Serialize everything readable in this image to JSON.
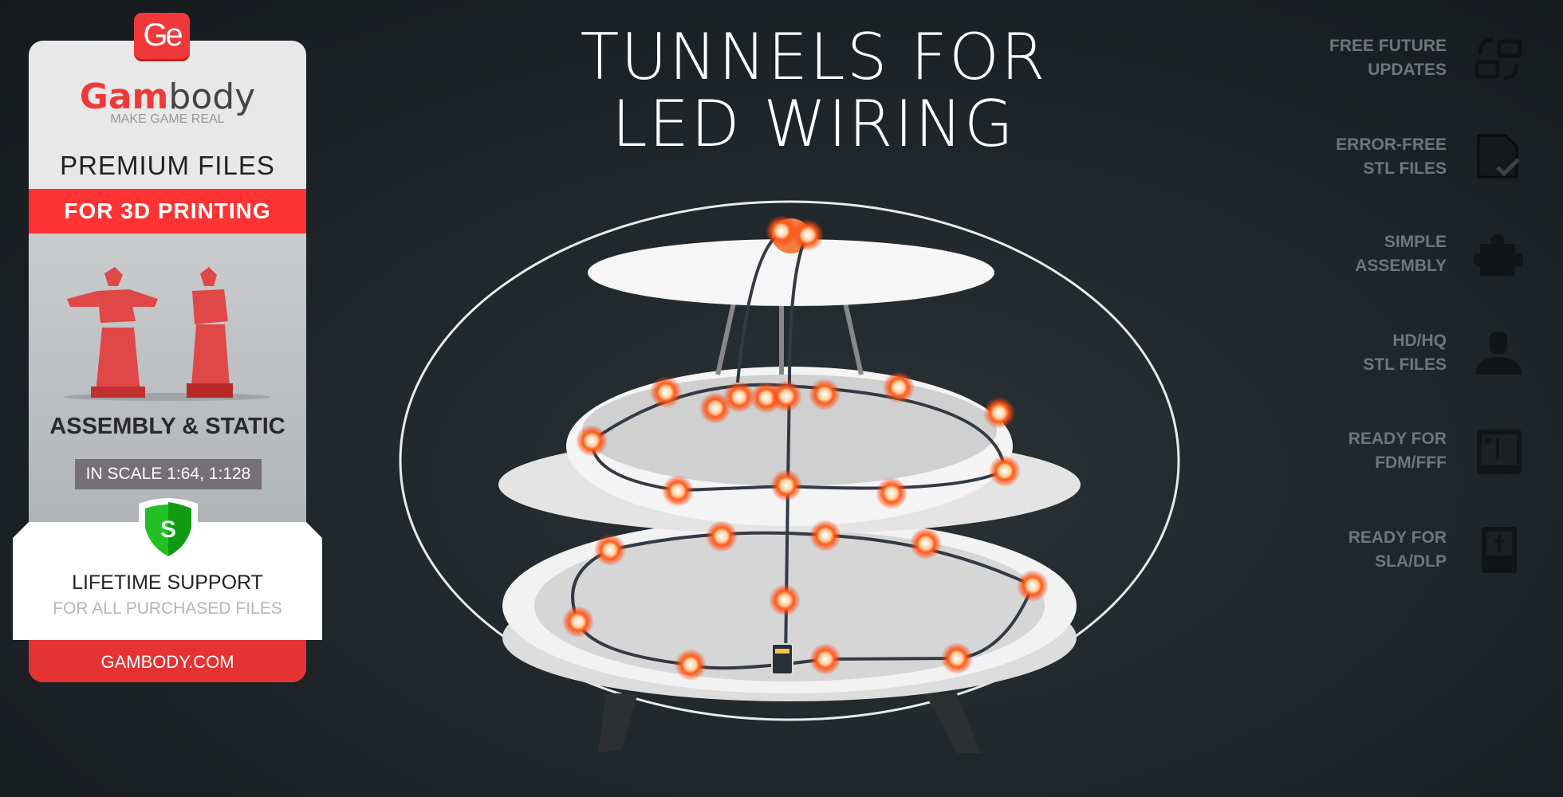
{
  "promo": {
    "badge": "Ge",
    "logo_red": "Gam",
    "logo_dark": "body",
    "tagline": "MAKE GAME REAL",
    "premium": "PREMIUM FILES",
    "band": "FOR 3D PRINTING",
    "assembly": "ASSEMBLY & STATIC",
    "scale": "IN SCALE 1:64, 1:128",
    "shield_letter": "S",
    "support_title": "LIFETIME SUPPORT",
    "support_sub": "FOR ALL PURCHASED FILES",
    "site": "GAMBODY.COM"
  },
  "title": {
    "line1": "TUNNELS FOR",
    "line2": "LED WIRING"
  },
  "features": [
    {
      "label": "FREE FUTURE\nUPDATES",
      "icon": "update-icon"
    },
    {
      "label": "ERROR-FREE\nSTL FILES",
      "icon": "file-check-icon"
    },
    {
      "label": "SIMPLE\nASSEMBLY",
      "icon": "puzzle-icon"
    },
    {
      "label": "HD/HQ\nSTL FILES",
      "icon": "ironman-icon"
    },
    {
      "label": "READY FOR\nFDM/FFF",
      "icon": "fdm-printer-icon"
    },
    {
      "label": "READY FOR\nSLA/DLP",
      "icon": "sla-printer-icon"
    }
  ],
  "colors": {
    "brand_red": "#f0383a",
    "led": "#ff5a1a",
    "shield": "#22b422"
  }
}
